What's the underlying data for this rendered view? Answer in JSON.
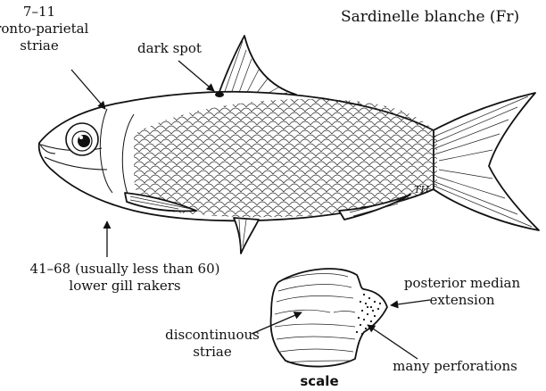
{
  "title": "Sardinelle blanche (Fr)",
  "labels": {
    "striae_count": "7–11",
    "striae_line2": "fronto-parietal",
    "striae_line3": "striae",
    "dark_spot": "dark spot",
    "gill_rakers_line1": "41–68 (usually less than 60)",
    "gill_rakers_line2": "lower gill rakers",
    "posterior_line1": "posterior median",
    "posterior_line2": "extension",
    "discontinuous_line1": "discontinuous",
    "discontinuous_line2": "striae",
    "perforations": "many perforations",
    "scale_caption": "scale",
    "signature": "TH"
  }
}
